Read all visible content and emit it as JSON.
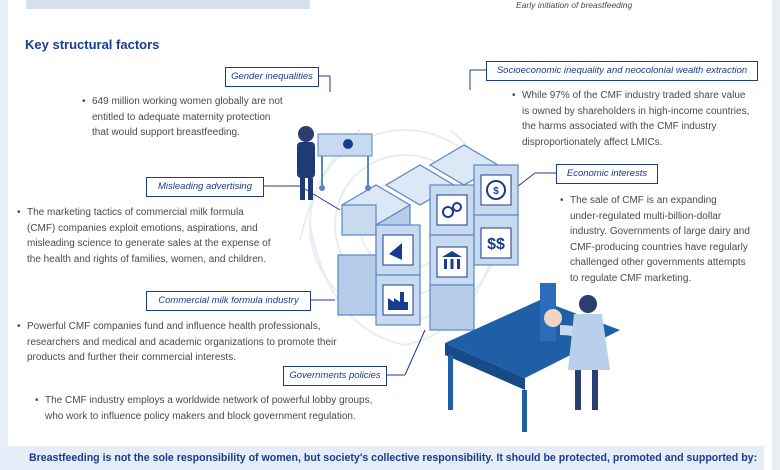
{
  "top": {
    "caption": "Early initiation of breastfeeding"
  },
  "section": {
    "heading": "Key structural factors"
  },
  "factors": [
    {
      "label": "Gender inequalities",
      "text": [
        "649 million working women globally are not",
        "entitled to adequate maternity protection",
        "that would support breastfeeding."
      ]
    },
    {
      "label": "Socioeconomic inequality and neocolonial wealth extraction",
      "text": [
        "While 97% of the CMF industry traded share value",
        "is owned by shareholders in high-income countries,",
        "the harms associated with the CMF industry",
        "disproportionately affect LMICs."
      ]
    },
    {
      "label": "Misleading advertising",
      "text": [
        "The marketing tactics of commercial milk formula",
        "(CMF) companies exploit emotions, aspirations, and",
        "misleading science to generate sales at the expense of",
        "the health and rights of families, women, and children."
      ]
    },
    {
      "label": "Economic interests",
      "text": [
        "The sale of CMF is an expanding",
        "under-regulated multi-billion-dollar",
        "industry. Governments of large dairy and",
        "CMF-producing countries have regularly",
        "challenged other governments attempts",
        "to regulate CMF marketing."
      ]
    },
    {
      "label": "Commercial milk formula industry",
      "text": [
        "Powerful CMF companies fund and influence health professionals,",
        "researchers and medical and academic organizations to promote their",
        "products and further their commercial interests."
      ]
    },
    {
      "label": "Governments policies",
      "text": [
        "The CMF industry employs a worldwide network of powerful lobby groups,",
        "who work to influence policy makers and block government regulation."
      ]
    }
  ],
  "footer": {
    "text": "Breastfeeding is not the sole responsibility of women, but society's collective responsibility. It should be protected, promoted and supported by:"
  },
  "colors": {
    "navy": "#1a3c8e",
    "cube_face": "#c7daf0",
    "cube_edge": "#5a87c4",
    "footer_bg": "#e4edf8"
  },
  "icons": [
    "hospital-cot-icon",
    "female-male-symbols-icon",
    "money-coins-icon",
    "megaphone-baby-icon",
    "government-building-icon",
    "dollar-signs-icon",
    "factory-icon"
  ]
}
